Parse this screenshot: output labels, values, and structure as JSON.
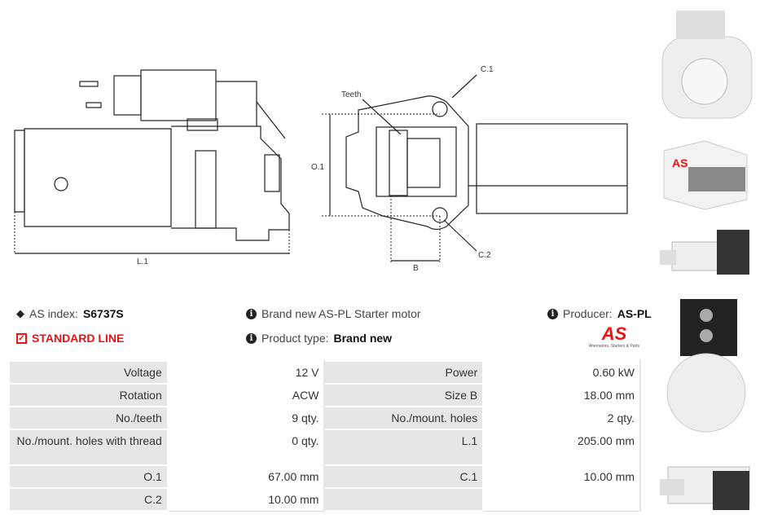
{
  "diagram": {
    "labels": {
      "l1": "L.1",
      "teeth": "Teeth",
      "o1": "O.1",
      "c1": "C.1",
      "c2": "C.2",
      "b": "B"
    }
  },
  "info": {
    "as_index_label": "AS index:",
    "as_index_value": "S6737S",
    "standard_line": "STANDARD LINE",
    "description": "Brand new AS-PL Starter motor",
    "product_type_label": "Product type:",
    "product_type_value": "Brand new",
    "producer_label": "Producer:",
    "producer_value": "AS-PL",
    "logo_text": "AS",
    "logo_tagline": "Alternators, Starters & Parts"
  },
  "specs": [
    [
      {
        "l": "Voltage",
        "v": "12 V"
      },
      {
        "l": "Power",
        "v": "0.60 kW"
      }
    ],
    [
      {
        "l": "Rotation",
        "v": "ACW"
      },
      {
        "l": "Size B",
        "v": "18.00 mm"
      }
    ],
    [
      {
        "l": "No./teeth",
        "v": "9 qty."
      },
      {
        "l": "No./mount. holes",
        "v": "2 qty."
      }
    ],
    [
      {
        "l": "No./mount. holes with thread",
        "v": "0 qty."
      },
      {
        "l": "L.1",
        "v": "205.00 mm"
      }
    ],
    [
      {
        "l": "O.1",
        "v": "67.00 mm"
      },
      {
        "l": "C.1",
        "v": "10.00 mm"
      }
    ],
    [
      {
        "l": "C.2",
        "v": "10.00 mm"
      },
      {
        "l": "",
        "v": ""
      }
    ]
  ]
}
